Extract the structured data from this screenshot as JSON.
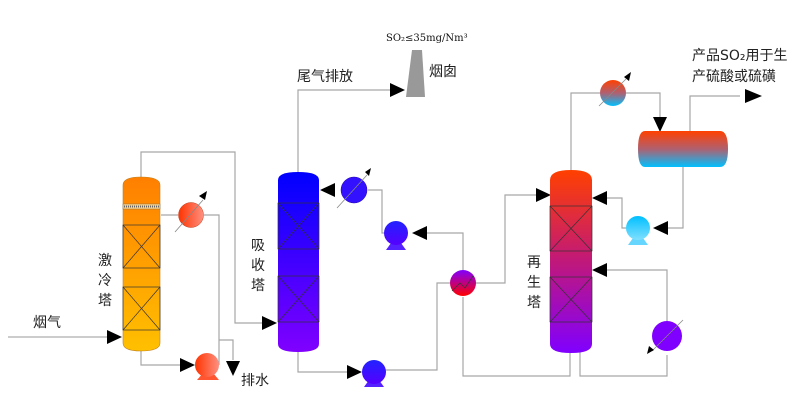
{
  "labels": {
    "emission_limit": "SO₂≤35mg/Nm³",
    "chimney": "烟囱",
    "tail_gas": "尾气排放",
    "product_line1": "产品SO₂用于生",
    "product_line2": "产硫酸或硫磺",
    "quench_tower": [
      "激",
      "冷",
      "塔"
    ],
    "absorber": [
      "吸",
      "收",
      "塔"
    ],
    "regenerator": [
      "再",
      "生",
      "塔"
    ],
    "flue_gas": "烟气",
    "drain": "排水"
  },
  "colors": {
    "quench_top": "#ff7f00",
    "quench_bottom": "#ffc000",
    "absorber_top": "#0000ff",
    "absorber_bottom": "#8000ff",
    "regen_top": "#ff4000",
    "regen_bottom": "#8000ff",
    "cooler_red": "#ff4d1a",
    "reflux_drum_top": "#ff4000",
    "reflux_drum_bottom": "#00c0ff",
    "pipe": "#a6a6a6",
    "chimney": "#999999"
  }
}
